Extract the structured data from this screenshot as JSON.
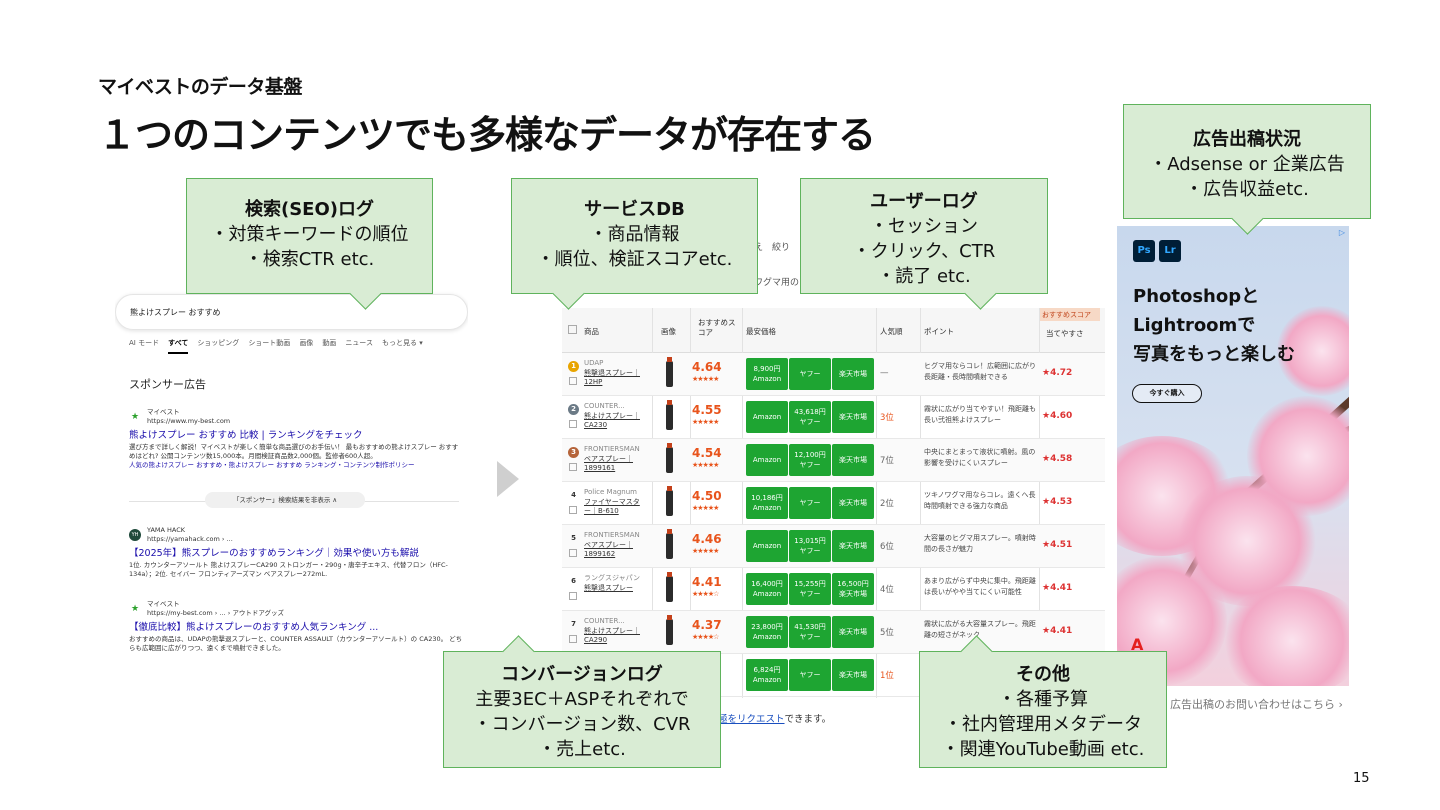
{
  "header": {
    "subtitle": "マイベストのデータ基盤",
    "title": "１つのコンテンツでも多様なデータが存在する"
  },
  "callouts": {
    "search": {
      "title": "検索(SEO)ログ",
      "line1": "・対策キーワードの順位",
      "line2": "・検索CTR etc."
    },
    "service": {
      "title": "サービスDB",
      "line1": "・商品情報",
      "line2": "・順位、検証スコアetc."
    },
    "user": {
      "title": "ユーザーログ",
      "line1": "・セッション",
      "line2": "・クリック、CTR",
      "line3": "・読了 etc."
    },
    "ads": {
      "title": "広告出稿状況",
      "line1": "・Adsense or 企業広告",
      "line2": "・広告収益etc."
    },
    "conversion": {
      "title": "コンバージョンログ",
      "line1": "主要3EC＋ASPそれぞれで",
      "line2": "・コンバージョン数、CVR",
      "line3": "・売上etc."
    },
    "other": {
      "title": "その他",
      "line1": "・各種予算",
      "line2": "・社内管理用メタデータ",
      "line3": "・関連YouTube動画 etc."
    }
  },
  "search_panel": {
    "query": "熊よけスプレー おすすめ",
    "tabs": [
      "AI モード",
      "すべて",
      "ショッピング",
      "ショート動画",
      "画像",
      "動画",
      "ニュース",
      "もっと見る ▾"
    ],
    "sponsored_heading": "スポンサー広告",
    "results": [
      {
        "site": "マイベスト",
        "url": "https://www.my-best.com",
        "title": "熊よけスプレー おすすめ 比較 | ランキングをチェック",
        "snippet": "選び方まで詳しく解説！マイベストが楽しく簡単な商品選びのお手伝い！ 最もおすすめの熊よけスプレー おすすめはどれ? 公開コンテンツ数15,000本。月間検証商品数2,000個。監修者600人超。",
        "sublinks": "人気の熊よけスプレー おすすめ・熊よけスプレー おすすめ ランキング・コンテンツ制作ポリシー"
      },
      {
        "site": "YAMA HACK",
        "url": "https://yamahack.com › ...",
        "title": "【2025年】熊スプレーのおすすめランキング｜効果や使い方も解説",
        "snippet": "1位. カウンターアソールト 熊よけスプレーCA290 ストロンガー・290g・唐辛子エキス、代替フロン（HFC-134a）；2位. セイバー フロンティアーズマン ベアスプレー272mL."
      },
      {
        "site": "マイベスト",
        "url": "https://my-best.com › ... › アウトドアグッズ",
        "title": "【徹底比較】熊よけスプレーのおすすめ人気ランキング ...",
        "snippet": "おすすめの商品は、UDAPの熊撃退スプレーと、COUNTER ASSAULT（カウンターアソールト）の CA230。 どちらも広範囲に広がりつつ、遠くまで噴射できました。"
      }
    ],
    "toggle": "「スポンサー」検索結果を非表示 ∧"
  },
  "product_table": {
    "headers": {
      "product": "商品",
      "image": "画像",
      "score": "おすすめスコア",
      "price": "最安価格",
      "popularity": "人気順",
      "point": "ポイント",
      "score2_group": "おすすめスコア",
      "score2": "当てやすさ"
    },
    "rows": [
      {
        "rank": "1",
        "brand": "UDAP",
        "name": "熊撃退スプレー｜12HP",
        "score": "4.64",
        "stars": "★★★★★",
        "b1": "8,900円",
        "b1s": "Amazon",
        "b2": "ヤフー",
        "b2s": "",
        "b3": "楽天市場",
        "pop": "—",
        "point": "ヒグマ用ならコレ！広範囲に広がり長距離・長時間噴射できる",
        "score2": "★4.72"
      },
      {
        "rank": "2",
        "brand": "COUNTER...",
        "name": "熊よけスプレー｜CA230",
        "score": "4.55",
        "stars": "★★★★★",
        "b1": "Amazon",
        "b1s": "",
        "b2": "43,618円",
        "b2s": "ヤフー",
        "b3": "楽天市場",
        "pop": "3位",
        "point": "霧状に広がり当てやすい！飛距離も長い弐祖熊よけスプレー",
        "score2": "★4.60"
      },
      {
        "rank": "3",
        "brand": "FRONTIERSMAN",
        "name": "ベアスプレー｜1899161",
        "score": "4.54",
        "stars": "★★★★★",
        "b1": "Amazon",
        "b1s": "",
        "b2": "12,100円",
        "b2s": "ヤフー",
        "b3": "楽天市場",
        "pop": "7位",
        "point": "中央にまとまって液状に噴射。風の影響を受けにくいスプレー",
        "score2": "★4.58"
      },
      {
        "rank": "4",
        "brand": "Police Magnum",
        "name": "ファイヤーマスター｜B-610",
        "score": "4.50",
        "stars": "★★★★★",
        "b1": "10,186円",
        "b1s": "Amazon",
        "b2": "ヤフー",
        "b2s": "",
        "b3": "楽天市場",
        "pop": "2位",
        "point": "ツキノワグマ用ならコレ。遠くへ長時間噴射できる強力な商品",
        "score2": "★4.53"
      },
      {
        "rank": "5",
        "brand": "FRONTIERSMAN",
        "name": "ベアスプレー｜1899162",
        "score": "4.46",
        "stars": "★★★★★",
        "b1": "Amazon",
        "b1s": "",
        "b2": "13,015円",
        "b2s": "ヤフー",
        "b3": "楽天市場",
        "pop": "6位",
        "point": "大容量のヒグマ用スプレー。噴射時間の長さが魅力",
        "score2": "★4.51"
      },
      {
        "rank": "6",
        "brand": "ラングスジャパン",
        "name": "熊撃退スプレー",
        "score": "4.41",
        "stars": "★★★★☆",
        "b1": "16,400円",
        "b1s": "Amazon",
        "b2": "15,255円",
        "b2s": "ヤフー",
        "b3": "16,500円",
        "b3s": "楽天市場",
        "pop": "4位",
        "point": "あまり広がらず中央に集中。飛距離は長いがやや当てにくい可能性",
        "score2": "★4.41"
      },
      {
        "rank": "7",
        "brand": "COUNTER...",
        "name": "熊よけスプレー｜CA290",
        "score": "4.37",
        "stars": "★★★★☆",
        "b1": "23,800円",
        "b1s": "Amazon",
        "b2": "41,530円",
        "b2s": "ヤフー",
        "b3": "楽天市場",
        "pop": "5位",
        "point": "霧状に広がる大容量スプレー。飛距離の短さがネック",
        "score2": "★4.41"
      },
      {
        "rank": "",
        "brand": "",
        "name": "",
        "score": "",
        "stars": "",
        "b1": "6,824円",
        "b1s": "Amazon",
        "b2": "ヤフー",
        "b2s": "",
        "b3": "楽天市場",
        "pop": "1位",
        "point": "",
        "score2": ""
      }
    ],
    "partial_top": "え　絞り",
    "partial_top2": "ワグマ用の",
    "request_link": "極をリクエスト",
    "request_suffix": "できます。"
  },
  "ad": {
    "badge1": "Ps",
    "badge2": "Lr",
    "line1": "Photoshopと",
    "line2": "Lightroomで",
    "line3": "写真をもっと楽しむ",
    "button": "今すぐ購入",
    "choice": "▷",
    "logo": "A",
    "link": "広告出稿のお問い合わせはこちら ›"
  },
  "page_number": "15",
  "colors": {
    "callout_bg": "#d9ecd4",
    "callout_border": "#5fb35c",
    "buy_button": "#1ea532",
    "score": "#e8541c"
  }
}
